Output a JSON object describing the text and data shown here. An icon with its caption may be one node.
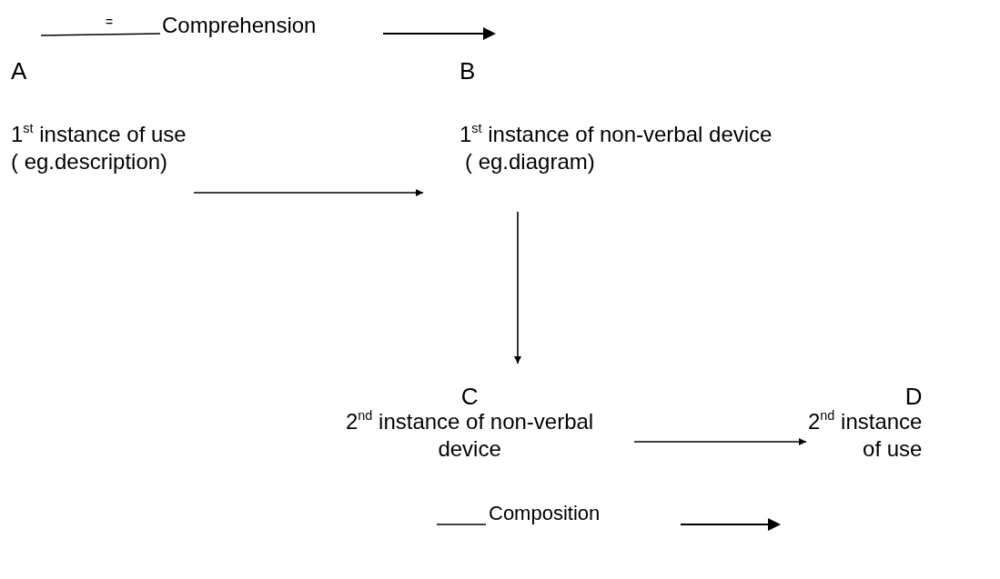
{
  "diagram": {
    "nodes": [
      {
        "text": [
          "A",
          "1$^{st}$ instance of use",
          "( eg.description)"
        ]
      },
      {
        "text": [
          "B",
          "1$^{st}$ instance of non-verbal device",
          "( eg.diagram)"
        ]
      },
      {
        "text": [
          "C",
          "2$^{nd}$ instance of non-verbal",
          "device"
        ]
      },
      {
        "text": [
          "D",
          "2$^{nd}$ instance",
          "of use"
        ]
      }
    ],
    "edges": [
      {
        "from": 0,
        "to": 1,
        "arrow": "to"
      },
      {
        "from": 1,
        "to": 2,
        "arrow": "to"
      },
      {
        "from": 2,
        "to": 3,
        "arrow": "to"
      }
    ],
    "labels": [
      "=",
      "Comprehension",
      "Composition"
    ]
  }
}
